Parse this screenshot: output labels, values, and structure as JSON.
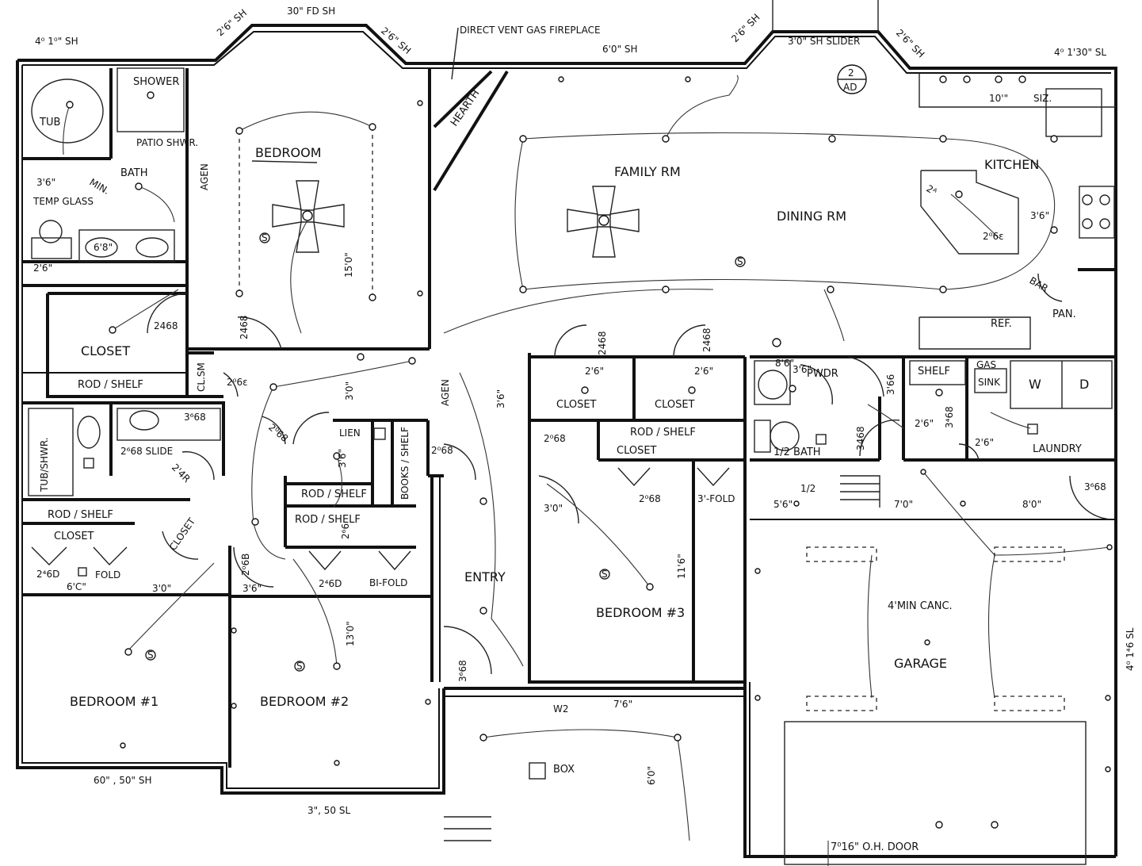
{
  "rooms": {
    "bedroom_master": "BEDROOM",
    "family": "FAMILY RM",
    "dining": "DINING RM",
    "kitchen": "KITCHEN",
    "bath": "BATH",
    "shower": "SHOWER",
    "tub": "TUB",
    "closet_master": "CLOSET",
    "bedroom1": "BEDROOM #1",
    "bedroom2": "BEDROOM #2",
    "bedroom3": "BEDROOM #3",
    "entry": "ENTRY",
    "garage": "GARAGE",
    "laundry": "LAUNDRY",
    "half_bath": "1/2 BATH",
    "pwdr": "PWDR",
    "pan": "PAN.",
    "bar": "BAR",
    "ref": "REF.",
    "hearth": "HEARTH",
    "tub_shwr": "TUB/SHWR.",
    "closet_b1": "CLOSET",
    "closet_l": "CLOSET",
    "closet_r": "CLOSET",
    "closet_b3": "CLOSET",
    "closet_hall": "CLOSET",
    "shelf": "SHELF",
    "sink": "SINK",
    "gas": "GAS",
    "washer": "W",
    "dryer": "D",
    "box": "BOX",
    "lien": "LIEN",
    "clsm": "CL.SM",
    "patio": "PATIO SHWR.",
    "temp_glass": "TEMP GLASS",
    "min": "MIN.",
    "books": "BOOKS / SHELF"
  },
  "labels": {
    "fireplace": "DIRECT VENT GAS FIREPLACE",
    "rod_shelf_1": "ROD / SHELF",
    "rod_shelf_2": "ROD / SHELF",
    "rod_shelf_3": "ROD / SHELF",
    "rod_shelf_4": "ROD / SHELF",
    "rod_shelf_5": "ROD / SHELF",
    "slide": "2⁶68 SLIDE",
    "fold": "FOLD",
    "bi_fold_1": "BI-FOLD",
    "fold3": "3'-FOLD",
    "min_canc": "4'MIN CANC.",
    "oh_door": "7⁰16\" O.H. DOOR",
    "w2": "W2",
    "agen1": "AGEN",
    "agen2": "AGEN"
  },
  "dims": {
    "w1": "4⁰ 1⁰\" SH",
    "w2": "2'6\" SH",
    "w3": "30\" FD SH",
    "w4": "2'6\" SH",
    "w5": "6'0\" SH",
    "w6": "2'6\" SH",
    "w7": "3'0\" SH SLIDER",
    "w8": "2'6\" SH",
    "w9": "4⁰ 1'30\" SL",
    "w10": "60\" , 50\" SH",
    "w11": "3\", 50 SL",
    "w12": "4⁰ 1⁴6 SL",
    "d1": "2468",
    "d2": "2468",
    "d3": "2468",
    "d4": "2468",
    "d5": "2⁰6ε",
    "d6": "2⁰68",
    "d7": "2⁰68",
    "d8": "3⁶68",
    "d9": "3468",
    "d10": "3'66",
    "d11": "3⁴68",
    "d12": "2'6\"",
    "d13": "2'6\"",
    "d14": "3'6\"",
    "d15": "15'0\"",
    "d16": "3'0\"",
    "d17": "3'0\"",
    "d18": "3'0\"",
    "d19": "3'6\"",
    "d20": "13'0\"",
    "d21": "11'6\"",
    "d22": "5'6\"",
    "d23": "7'0\"",
    "d24": "8'0\"",
    "d25": "7'6\"",
    "d26": "6'0\"",
    "d27": "3'6\"",
    "d28": "3'6\"",
    "d29": "10'\"",
    "d30": "6'8\"",
    "d31": "2⁴6D",
    "d32": "6'C\"",
    "d33": "2⁰68",
    "d34": "3⁶68",
    "d35": "2⁰6B",
    "d36": "2'6\"",
    "d37": "2'4R",
    "d38": "3'6\"",
    "d39": "2'6\"",
    "d40": "2⁴6D",
    "d41": "2⁰68",
    "d42": "2'6\"",
    "d43": "8'6\"",
    "d44": "3'6\"",
    "d45": "1/2",
    "d46": "SIZ.",
    "d47": "2ᴬ",
    "d48": "2⁰6ε",
    "d49": "2⁶6",
    "d50": "3⁶68"
  },
  "section_mark": {
    "top": "2",
    "bottom": "AD"
  },
  "switch_symbol": "S"
}
